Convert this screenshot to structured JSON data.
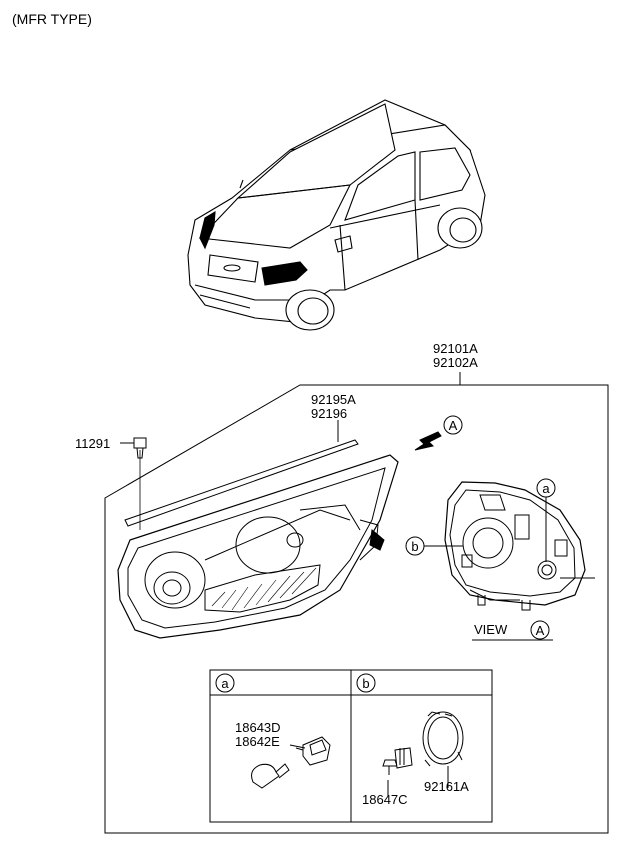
{
  "header": {
    "title": "(MFR TYPE)"
  },
  "parts": {
    "assembly_line1": "92101A",
    "assembly_line2": "92102A",
    "strip_line1": "92195A",
    "strip_line2": "92196",
    "screw": "11291",
    "bulb_a_line1": "18643D",
    "bulb_a_line2": "18642E",
    "bulb_b": "18647C",
    "socket_b": "92161A"
  },
  "callouts": {
    "a": "a",
    "b": "b",
    "A": "A"
  },
  "view": {
    "label": "VIEW",
    "ref": "A"
  },
  "detail_table": {
    "col_a": "a",
    "col_b": "b"
  }
}
